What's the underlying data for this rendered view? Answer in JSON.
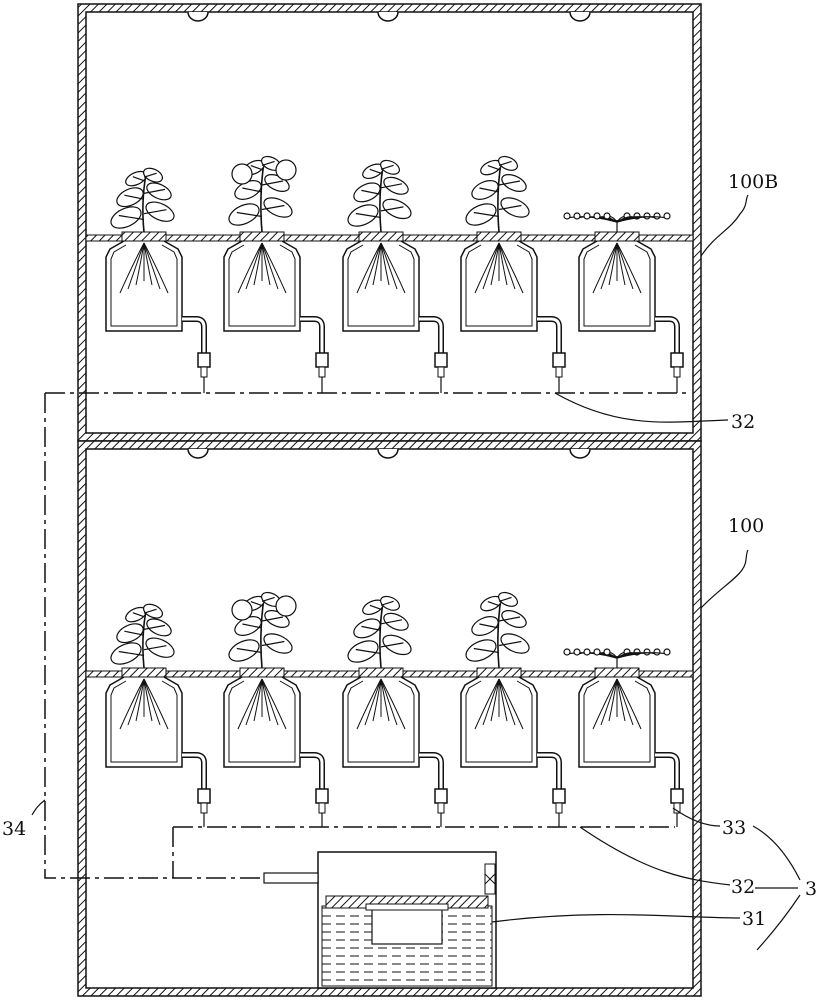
{
  "labels": {
    "unit_upper": "100B",
    "unit_lower": "100",
    "pipe_upper": "32",
    "pipe_lower": "32",
    "connector": "33",
    "system": "3",
    "tank": "31",
    "return_line": "34"
  },
  "plants": [
    "leafy-green",
    "strawberry",
    "pepper",
    "sapling",
    "groundcover"
  ],
  "colors": {
    "line": "#111111",
    "background": "#ffffff"
  }
}
